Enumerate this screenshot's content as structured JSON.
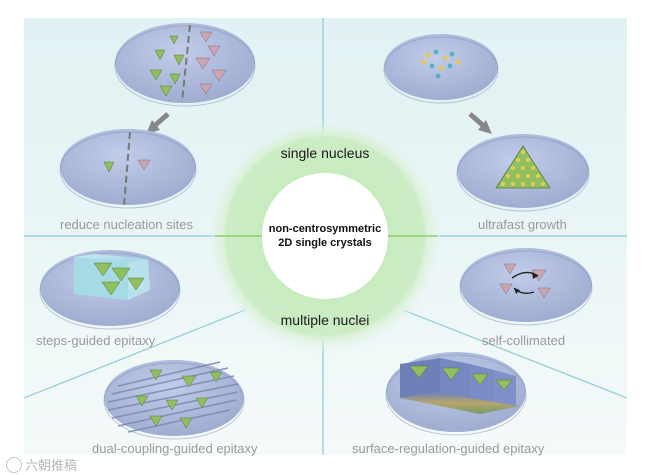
{
  "center": {
    "line1": "non-centrosymmetric",
    "line2": "2D single crystals"
  },
  "ring": {
    "top": "single nucleus",
    "bottom": "multiple nuclei"
  },
  "panels": {
    "reduce_nucleation_sites": "reduce nucleation sites",
    "ultrafast_growth": "ultrafast growth",
    "steps_guided_epitaxy": "steps-guided epitaxy",
    "self_collimated": "self-collimated",
    "dual_coupling_guided_epitaxy": "dual-coupling-guided epitaxy",
    "surface_regulation_guided_epitaxy": "surface-regulation-guided epitaxy"
  },
  "watermark": {
    "text": "六朝推稿"
  },
  "colors": {
    "background_top": "#e3f2f3",
    "ring_green": "#bfe6b8",
    "divider": "#7bc4cf",
    "substrate": "#a9b6d6",
    "crystal_green": "#8fbf5f",
    "crystal_pink": "#c9a6b4",
    "crystal_yellow": "#e5c85a",
    "arrow_gray": "#888888"
  }
}
